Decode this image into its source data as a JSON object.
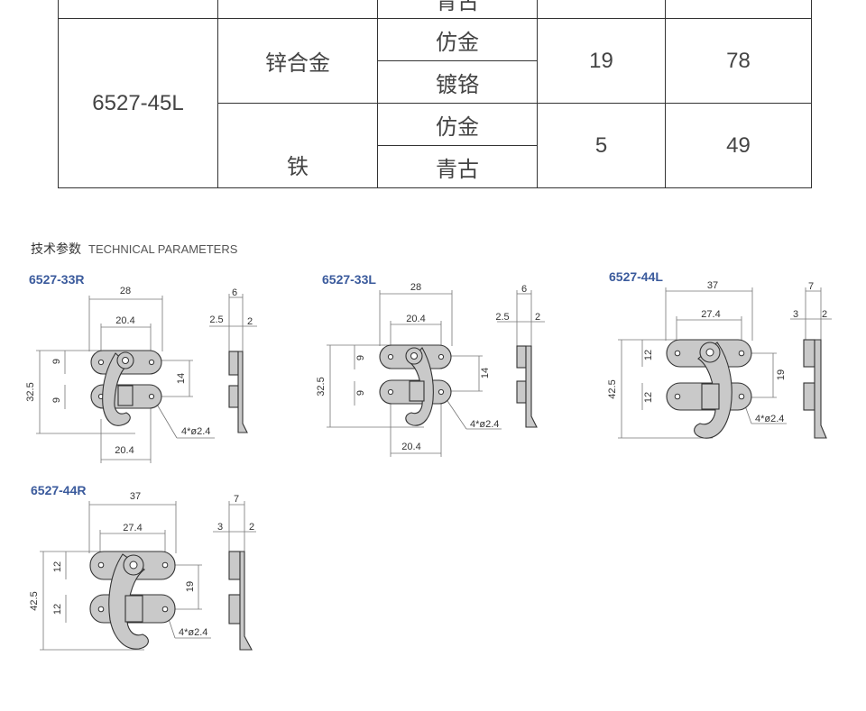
{
  "table": {
    "rows": [
      {
        "model": "",
        "material": "",
        "finish": "青古",
        "val1": "",
        "val2": ""
      },
      {
        "model": "6527-45L",
        "material": "锌合金",
        "finish": "仿金",
        "val1": "19",
        "val2": "78"
      },
      {
        "finish": "镀铬"
      },
      {
        "material": "铁",
        "finish": "仿金",
        "val1": "5",
        "val2": "49"
      },
      {
        "finish": "青古"
      }
    ]
  },
  "section": {
    "title_cn": "技术参数",
    "title_en": "TECHNICAL PARAMETERS"
  },
  "drawings": [
    {
      "model": "6527-33R",
      "dims": {
        "overall_w": "28",
        "inner_w": "20.4",
        "bottom_w": "20.4",
        "height": "32.5",
        "upper": "9",
        "lower": "9",
        "spacing": "14",
        "hole": "4*ø2.4",
        "side_w": "6",
        "side_a": "2.5",
        "side_b": "2"
      }
    },
    {
      "model": "6527-33L",
      "dims": {
        "overall_w": "28",
        "inner_w": "20.4",
        "bottom_w": "20.4",
        "height": "32.5",
        "upper": "9",
        "lower": "9",
        "spacing": "14",
        "hole": "4*ø2.4",
        "side_w": "6",
        "side_a": "2.5",
        "side_b": "2"
      }
    },
    {
      "model": "6527-44L",
      "dims": {
        "overall_w": "37",
        "inner_w": "27.4",
        "height": "42.5",
        "upper": "12",
        "lower": "12",
        "spacing": "19",
        "hole": "4*ø2.4",
        "side_w": "7",
        "side_a": "3",
        "side_b": "2"
      }
    },
    {
      "model": "6527-44R",
      "dims": {
        "overall_w": "37",
        "inner_w": "27.4",
        "height": "42.5",
        "upper": "12",
        "lower": "12",
        "spacing": "19",
        "hole": "4*ø2.4",
        "side_w": "7",
        "side_a": "3",
        "side_b": "2"
      }
    }
  ]
}
